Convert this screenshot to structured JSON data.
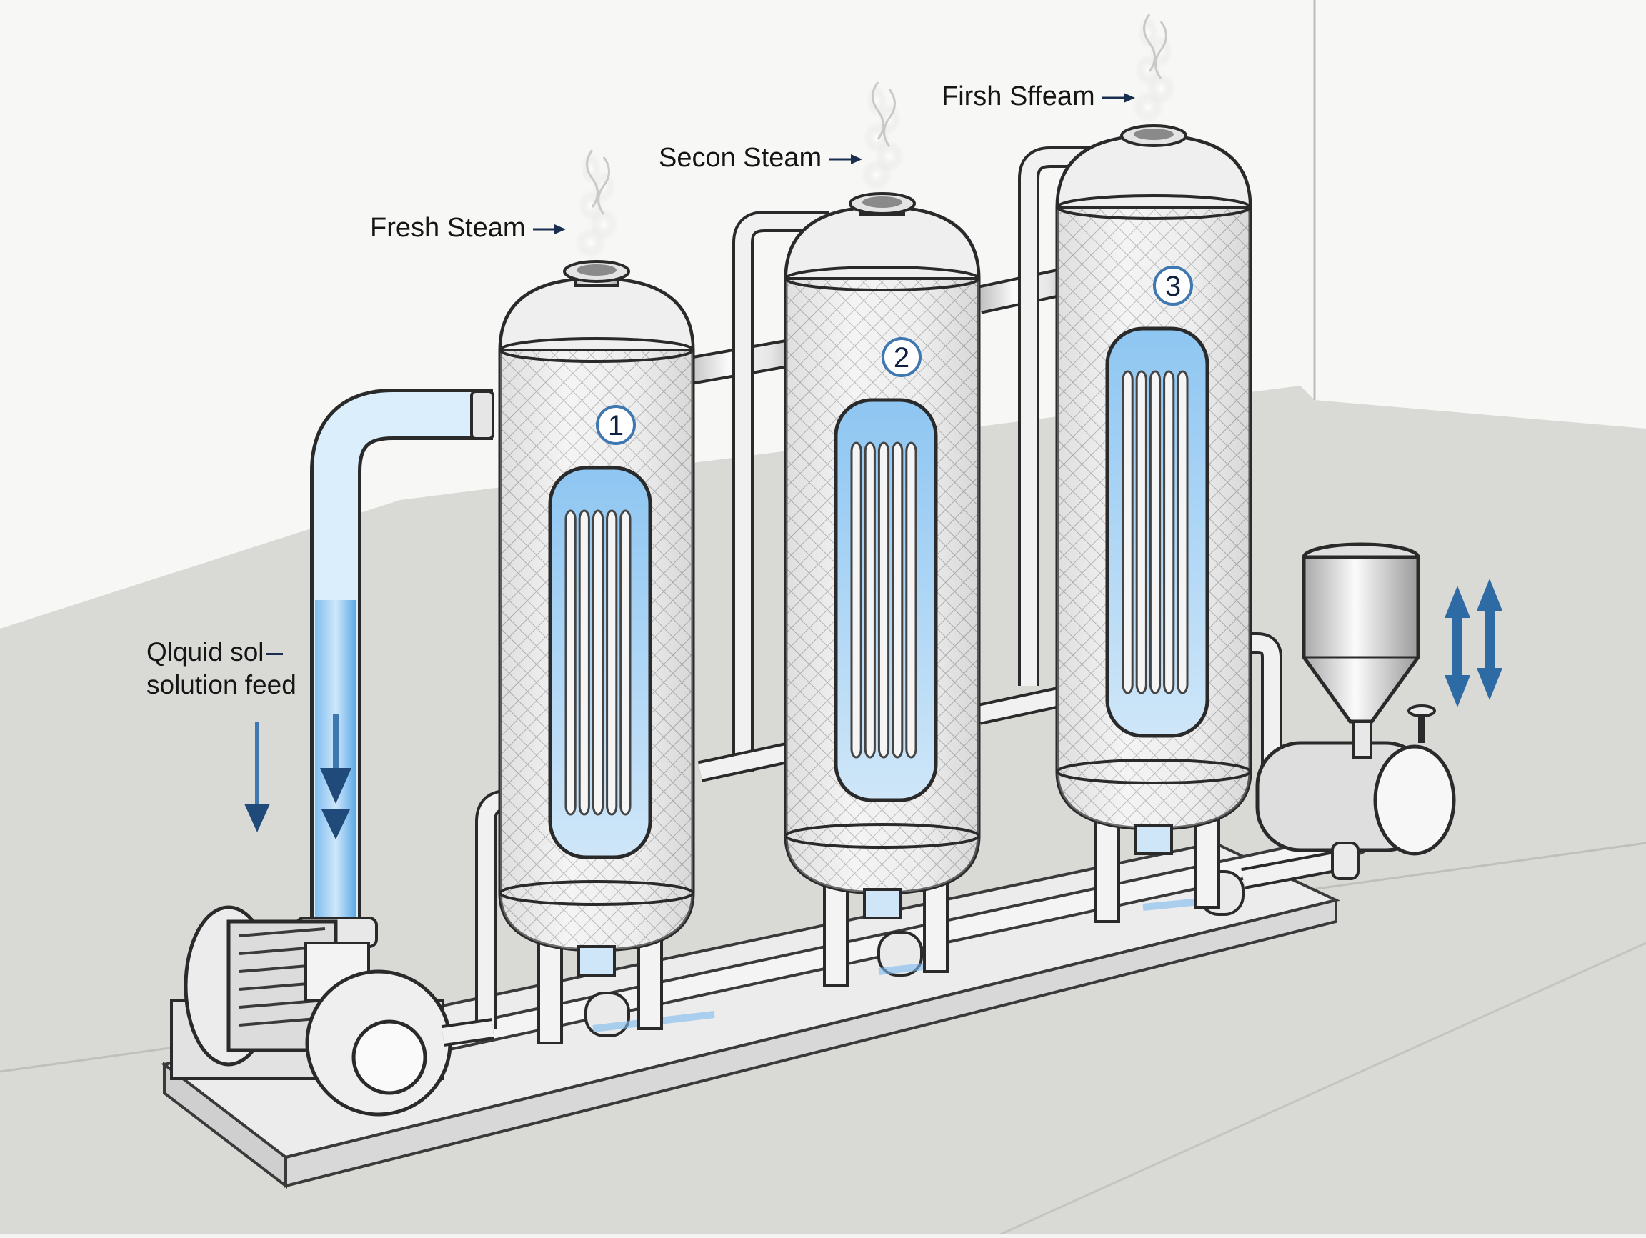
{
  "diagram": {
    "title": "Multiple-effect evaporator",
    "labels": {
      "fresh_steam": "Fresh Steam",
      "second_steam": "Secon Steam",
      "third_steam": "Firsh Sffeam",
      "feed_line1": "Qlquid sol",
      "feed_line2": "solution feed"
    },
    "effects": [
      {
        "number": "1"
      },
      {
        "number": "2"
      },
      {
        "number": "3"
      }
    ],
    "colors": {
      "liquid": "#5aa8e6",
      "liquid_light": "#a9d3f3",
      "arrow": "#1f4a7a",
      "arrow_light": "#3f77b0",
      "metal": "#e9e9e9",
      "outline": "#2a2a2a",
      "floor": "#d8d8d5",
      "wall": "#f7f7f5"
    }
  }
}
